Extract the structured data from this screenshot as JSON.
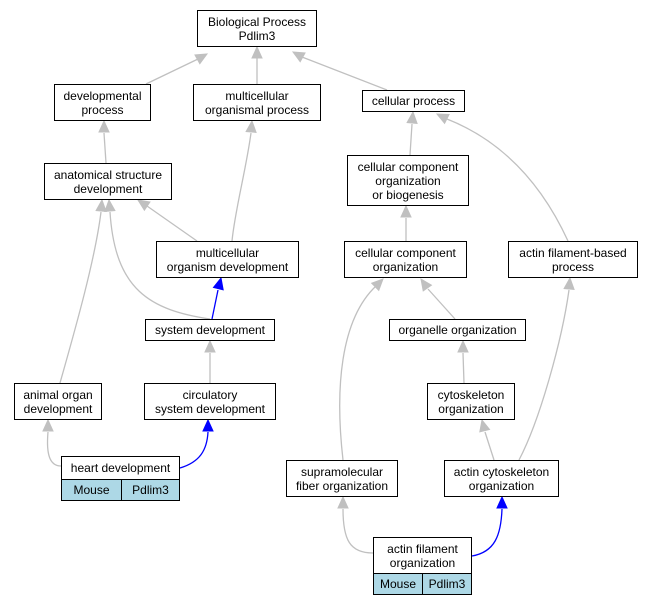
{
  "colors": {
    "edge_gray": "#c0c0c0",
    "edge_blue": "#0000ff",
    "annotation_fill": "#add8e6"
  },
  "nodes": {
    "bp": "Biological Process\nPdlim3",
    "dev_proc": "developmental\nprocess",
    "multi_proc": "multicellular\norganismal process",
    "cell_proc": "cellular process",
    "anat": "anatomical structure\ndevelopment",
    "ccob": "cellular component\norganization\nor biogenesis",
    "multi_dev": "multicellular\norganism development",
    "cco": "cellular component\norganization",
    "actin_based": "actin filament-based\nprocess",
    "sys_dev": "system development",
    "organelle": "organelle organization",
    "animal_organ": "animal organ\ndevelopment",
    "circ": "circulatory\nsystem development",
    "cytoskel": "cytoskeleton\norganization",
    "heart": "heart development",
    "supramol": "supramolecular\nfiber organization",
    "actin_cyto": "actin cytoskeleton\norganization",
    "actin_fil": "actin filament\norganization"
  },
  "annotations": {
    "heart": {
      "species": "Mouse",
      "gene": "Pdlim3"
    },
    "actin_fil": {
      "species": "Mouse",
      "gene": "Pdlim3"
    }
  }
}
